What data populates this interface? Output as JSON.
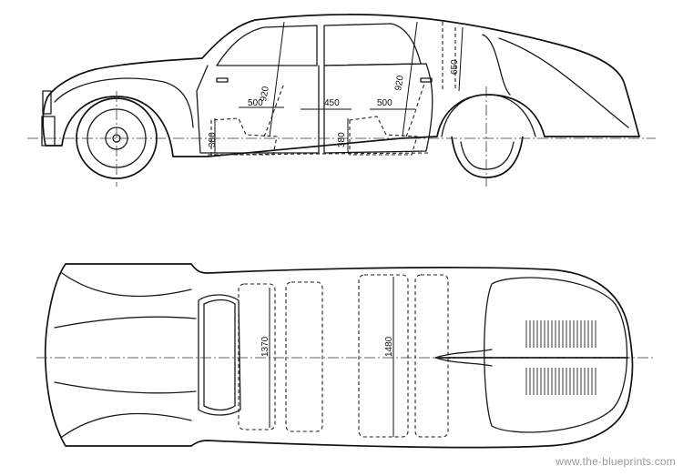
{
  "side_view": {
    "dimensions": {
      "seat_height_front": "920",
      "seat_height_rear": "920",
      "seat_depth_front": "500",
      "seat_depth_rear": "500",
      "seat_spacing": "450",
      "cushion_height_front": "380",
      "cushion_height_rear": "380",
      "rear_headroom": "650"
    }
  },
  "top_view": {
    "dimensions": {
      "front_width": "1370",
      "rear_width": "1480"
    }
  },
  "watermark": "www.the-blueprints.com"
}
